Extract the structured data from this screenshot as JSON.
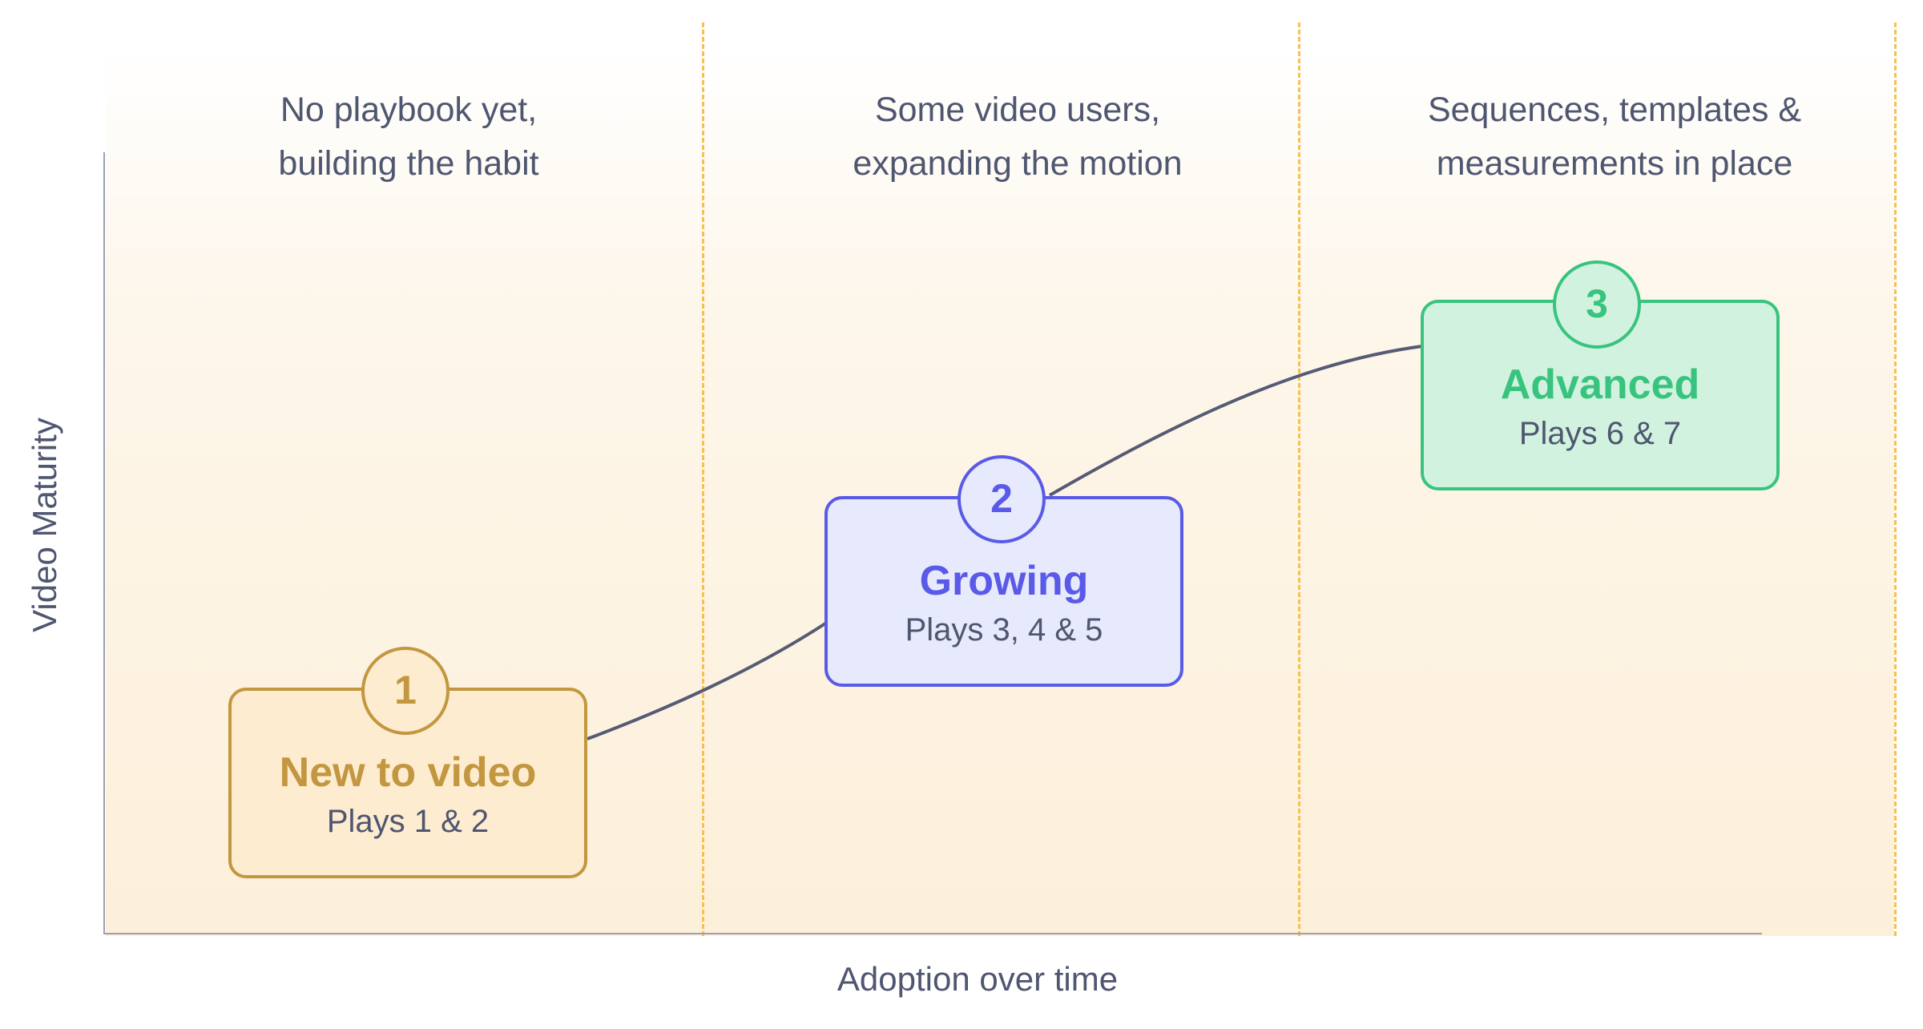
{
  "axes": {
    "y_label": "Video Maturity",
    "x_label": "Adoption over time"
  },
  "phases": [
    {
      "line1": "No playbook yet,",
      "line2": "building the habit"
    },
    {
      "line1": "Some video users,",
      "line2": "expanding the motion"
    },
    {
      "line1": "Sequences, templates &",
      "line2": "measurements in place"
    }
  ],
  "stages": [
    {
      "number": "1",
      "title": "New to video",
      "plays": "Plays 1 & 2",
      "accent": "#c39640",
      "fill": "#fdecd0"
    },
    {
      "number": "2",
      "title": "Growing",
      "plays": "Plays 3, 4 & 5",
      "accent": "#5a5ae8",
      "fill": "#e7e9fc"
    },
    {
      "number": "3",
      "title": "Advanced",
      "plays": "Plays 6 & 7",
      "accent": "#38c47e",
      "fill": "#d2f2e0"
    }
  ],
  "colors": {
    "connector": "#555a75",
    "divider": "#f7c04f",
    "text": "#4f5670",
    "axis": "#9aa0b4"
  }
}
